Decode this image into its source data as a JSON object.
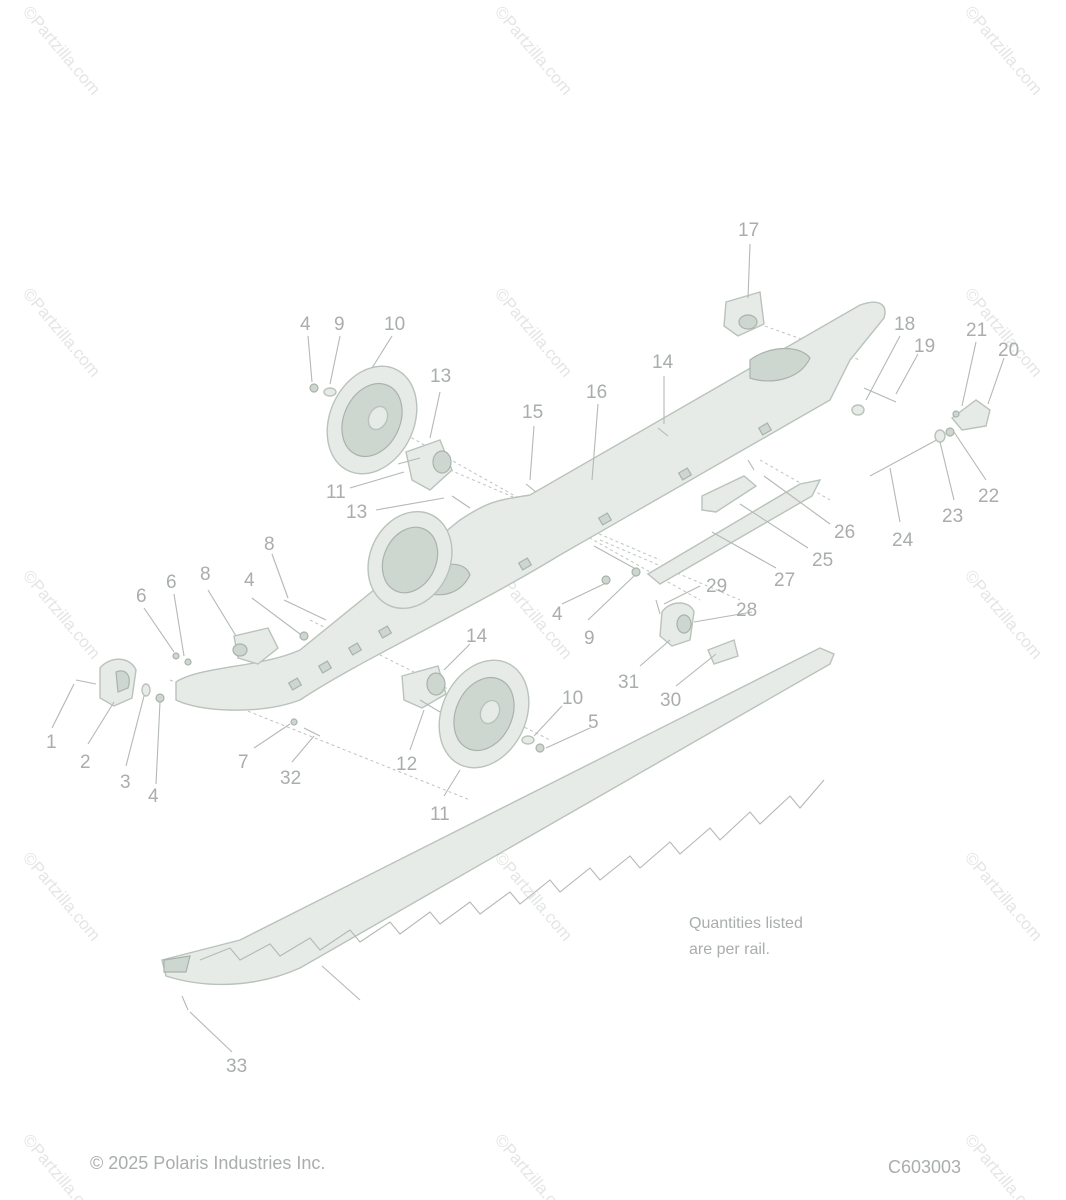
{
  "watermark": "©Partzilla.com",
  "callouts": [
    "1",
    "2",
    "3",
    "4",
    "4",
    "4",
    "4",
    "5",
    "6",
    "6",
    "7",
    "8",
    "8",
    "9",
    "9",
    "10",
    "10",
    "11",
    "11",
    "12",
    "13",
    "13",
    "14",
    "14",
    "15",
    "16",
    "17",
    "18",
    "19",
    "20",
    "21",
    "22",
    "23",
    "24",
    "25",
    "26",
    "27",
    "28",
    "29",
    "30",
    "31",
    "32",
    "33"
  ],
  "note": {
    "line1": "Quantities listed",
    "line2": "are per rail."
  },
  "copyright": "© 2025 Polaris Industries Inc.",
  "diagram_code": "C603003",
  "colors": {
    "line": "#b9c2bb",
    "fill": "#e6ebe7",
    "text": "#a9aeaa"
  }
}
